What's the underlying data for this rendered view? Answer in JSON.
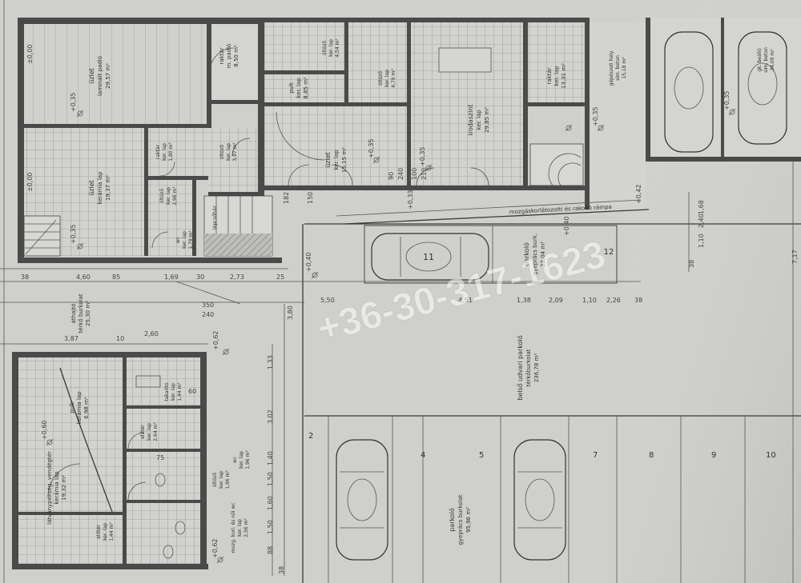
{
  "watermark": "+36-30-317-1623",
  "colors": {
    "paper": "#cfd0cc",
    "ink": "#333333",
    "wall": "#4a4a4a",
    "watermark": "#ffffff"
  },
  "rooms": {
    "shop_top_left": {
      "name": "üzlet",
      "floor": "laminált padló",
      "area": "29,57 m²"
    },
    "storage_tl": {
      "name": "raktár",
      "floor": "m. padló",
      "area": "8,50 m²"
    },
    "shop_left": {
      "name": "üzlet",
      "floor": "kerámia lap",
      "area": "19,37 m²"
    },
    "storage_l": {
      "name": "raktár",
      "floor": "ker. lap",
      "area": "1,80 m²"
    },
    "anteroom_l": {
      "name": "öltöző",
      "floor": "ker. lap",
      "area": "2,98 m²"
    },
    "wc_l": {
      "name": "wc",
      "floor": "ker. lap",
      "area": "1,79 m²"
    },
    "dressing_l": {
      "name": "öltöző",
      "floor": "ker. lap",
      "area": "3,97 m²"
    },
    "stair_l": {
      "name": "lépcsőház"
    },
    "counter_top": {
      "name": "pult",
      "floor": "ker. lap",
      "area": "8,85 m²"
    },
    "dressing_top": {
      "name": "öltöző",
      "floor": "ker. lap",
      "area": "4,54 m²"
    },
    "dressing_top2": {
      "name": "öltöző",
      "floor": "ker. lap",
      "area": "4,79 m²"
    },
    "shop_mid": {
      "name": "üzlet",
      "floor": "ker. lap",
      "area": "15,15 m²"
    },
    "office": {
      "name": "irodaszint",
      "floor": "ker. lap",
      "area": "29,85 m²"
    },
    "storage_r": {
      "name": "raktár",
      "floor": "ker. lap",
      "area": "13,31 m²"
    },
    "entrance": {
      "name": "gépészeti hely.",
      "floor": "sim. beton",
      "area": "15,18 m²"
    },
    "garage": {
      "name": "gk. beálló",
      "floor": "sim. beton",
      "area": "34,09 m²"
    },
    "passage": {
      "name": "áthajtó",
      "floor": "térkő burkolat",
      "area": "25,30 m²"
    },
    "counter_bottom": {
      "name": "pult",
      "floor": "kerámia lap",
      "area": "6,98 m²"
    },
    "bakery": {
      "name": "látványpékség, vendégtér",
      "floor": "kerámia lap",
      "area": "19,32 m²"
    },
    "anteroom_b": {
      "name": "előtér",
      "floor": "ker. lap",
      "area": "1,44 m²"
    },
    "anteroom_b2": {
      "name": "előtér",
      "floor": "ker. lap",
      "area": "2,64 m²"
    },
    "storage_b": {
      "name": "takarító",
      "floor": "ker. lap",
      "area": "1,44 m²"
    },
    "wc_b": {
      "name": "wc",
      "floor": "ker. lap",
      "area": "1,96 m²"
    },
    "dressing_b": {
      "name": "öltöző",
      "floor": "ker. lap",
      "area": "1,96 m²"
    },
    "disabled_wc": {
      "name": "mozg. korl. és női wc",
      "floor": "ker. lap",
      "area": "2,56 m²"
    }
  },
  "ramp_label": "mozgáskorlátozotti és rakodó rámpa",
  "parking": {
    "p12": {
      "name": "parkoló",
      "floor": "gyeprács burk.",
      "area": "22,04 m²",
      "number": "12"
    },
    "yard": {
      "name": "belső udvari parkoló",
      "floor": "térkőburkolat",
      "area": "236,78 m²"
    },
    "bottom": {
      "name": "parkoló",
      "floor": "gyeprács burkolat",
      "area": "95,96 m²"
    },
    "car_top_number": "11",
    "stall_numbers": [
      "2",
      "4",
      "5",
      "7",
      "8",
      "9",
      "10"
    ]
  },
  "levels": [
    "±0,00",
    "+0,35",
    "±0,00",
    "+0,35",
    "+0,35",
    "+0,35",
    "+0,42",
    "+0,33",
    "+0,40",
    "+0,40",
    "+0,60",
    "+0,62",
    "+0,62",
    "+0,35",
    "+0,35"
  ],
  "dimensions": {
    "row_a": [
      "38",
      "4,60",
      "85",
      "1,69",
      "30",
      "2,73",
      "25"
    ],
    "row_b": [
      "350",
      "240",
      "2,60",
      "3,87",
      "10"
    ],
    "row_c": [
      "5,50",
      "4,51",
      "1,38",
      "2,09",
      "1,10",
      "2,26",
      "38"
    ],
    "vertical_mid": [
      "3,80",
      "1,33",
      "3,02",
      "1,40",
      "1,50",
      "1,60",
      "1,50",
      "88",
      "38"
    ],
    "door_sizes": [
      "100",
      "210",
      "90",
      "240",
      "150",
      "182",
      "60",
      "75"
    ],
    "right_col": [
      "2,40",
      "1,68",
      "1,10",
      "38",
      "7,17"
    ]
  }
}
